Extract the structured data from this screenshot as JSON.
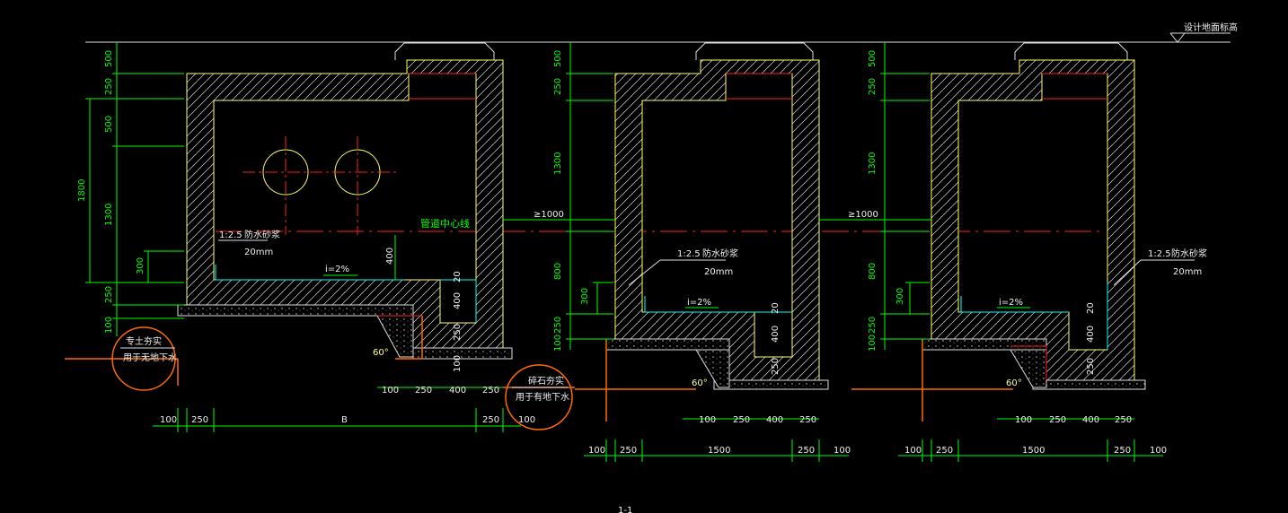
{
  "ground_label": "设计地面标高",
  "centerline_label": "管道中心线",
  "left_section": {
    "vert_dims": [
      "500",
      "250",
      "500",
      "1300",
      "300",
      "250",
      "100"
    ],
    "total_height": "1800",
    "mortar_ratio": "1:2.5",
    "mortar_name": "防水砂浆",
    "mortar_thickness": "20mm",
    "slope": "i=2%",
    "dim_400_a": "400",
    "dim_20": "20",
    "dim_400_b": "400",
    "dim_250_side": "250",
    "dim_100_side": "100",
    "angle": "60°",
    "note_left_1": "专土夯实",
    "note_left_2": "用于无地下水",
    "note_right_1": "碎石夯实",
    "note_right_2": "用于有地下水",
    "bottom_dims_row1": [
      "100",
      "250",
      "400",
      "250"
    ],
    "bottom_dims_row2": [
      "100",
      "250",
      "B",
      "250",
      "100"
    ]
  },
  "middle_section": {
    "vert_dims": [
      "500",
      "250",
      "1300",
      "800",
      "300",
      "250",
      "100"
    ],
    "clearance": "≥1000",
    "mortar_ratio": "1:2.5",
    "mortar_name": "防水砂浆",
    "mortar_thickness": "20mm",
    "slope": "i=2%",
    "dim_20": "20",
    "dim_400": "400",
    "dim_250": "250",
    "angle": "60°",
    "bottom_dims_row1": [
      "100",
      "250",
      "400",
      "250"
    ],
    "bottom_dims_row2": [
      "100",
      "250",
      "1500",
      "250",
      "100"
    ]
  },
  "right_section": {
    "vert_dims": [
      "500",
      "250",
      "1300",
      "800",
      "300",
      "250",
      "100"
    ],
    "clearance": "≥1000",
    "mortar_ratio": "1:2.5",
    "mortar_name": "防水砂浆",
    "mortar_thickness": "20mm",
    "slope": "i=2%",
    "dim_20": "20",
    "dim_400": "400",
    "dim_250": "250",
    "angle": "60°",
    "bottom_dims_row1": [
      "100",
      "250",
      "400",
      "250"
    ],
    "bottom_dims_row2": [
      "100",
      "250",
      "1500",
      "250",
      "100"
    ]
  },
  "footer_title": "1-1"
}
